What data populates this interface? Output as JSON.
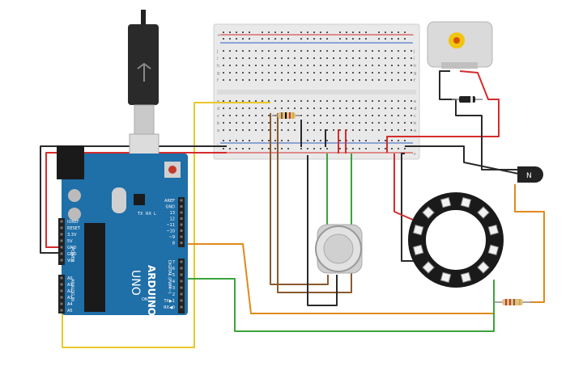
{
  "breadboard": {
    "row_letters_top": [
      "j",
      "i",
      "h",
      "g",
      "f"
    ],
    "row_letters_bottom": [
      "e",
      "d",
      "c",
      "b",
      "a"
    ],
    "plus": "+",
    "minus": "-"
  },
  "arduino": {
    "brand": "ARDUINO",
    "model": "UNO",
    "on_label": "ON",
    "tx_label": "TX",
    "rx_label": "RX",
    "l_label": "L",
    "digital_label": "DIGITAL (PWM~)",
    "power_label": "POWER",
    "analog_label": "ANALOG IN",
    "power_pins": [
      "IOREF",
      "RESET",
      "3.3V",
      "5V",
      "GND",
      "GND",
      "Vin"
    ],
    "analog_pins": [
      "A0",
      "A1",
      "A2",
      "A3",
      "A4",
      "A5"
    ],
    "digital_pins_top": [
      "AREF",
      "GND",
      "13",
      "12",
      "~11",
      "~10",
      "~9",
      "8"
    ],
    "digital_pins_bottom": [
      "7",
      "~6",
      "~5",
      "4",
      "~3",
      "2",
      "TX▶1",
      "RX◀0"
    ]
  },
  "transistor": {
    "label": "N"
  },
  "components": {
    "usb_cable": "usb-cable",
    "dc_motor": "dc-motor",
    "diode": "diode",
    "gas_sensor": "gas-sensor",
    "neopixel_ring": "neopixel-ring-12",
    "resistor_1": "resistor",
    "resistor_2": "resistor"
  },
  "colors": {
    "board": "#1f6fa8",
    "breadboard": "#e9e9e9",
    "wire_red": "#d62b2b",
    "wire_black": "#2a2a2a",
    "wire_yellow": "#e8c828",
    "wire_orange": "#e08a1c",
    "wire_green": "#3aa43a",
    "wire_brown": "#8a5a2e"
  }
}
